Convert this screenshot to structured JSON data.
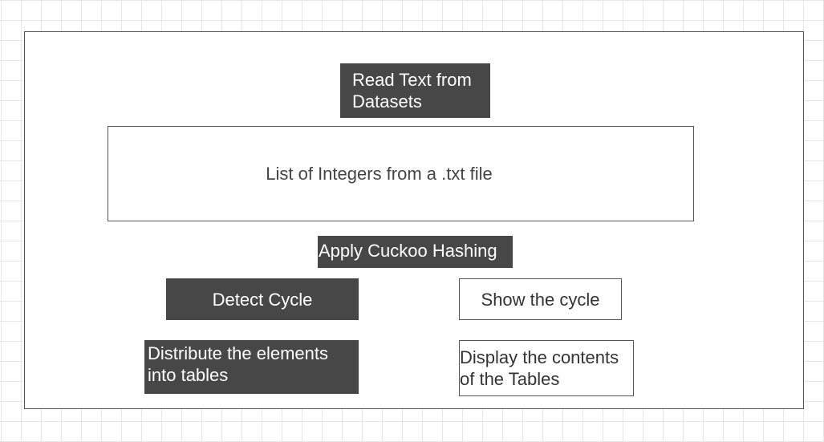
{
  "nodes": {
    "read": {
      "line1": "Read Text from",
      "line2": "Datasets"
    },
    "list": {
      "label": "List of Integers from a .txt file"
    },
    "cuckoo": {
      "label": "Apply Cuckoo Hashing"
    },
    "detect": {
      "label": "Detect Cycle"
    },
    "show": {
      "label": "Show the cycle"
    },
    "distribute": {
      "line1": "Distribute the elements",
      "line2": "into tables"
    },
    "display": {
      "line1": "Display the contents",
      "line2": "of the Tables"
    }
  },
  "colors": {
    "dark_fill": "#474747",
    "light_fill": "#ffffff",
    "border": "#555555",
    "grid": "#e6e6e6"
  }
}
